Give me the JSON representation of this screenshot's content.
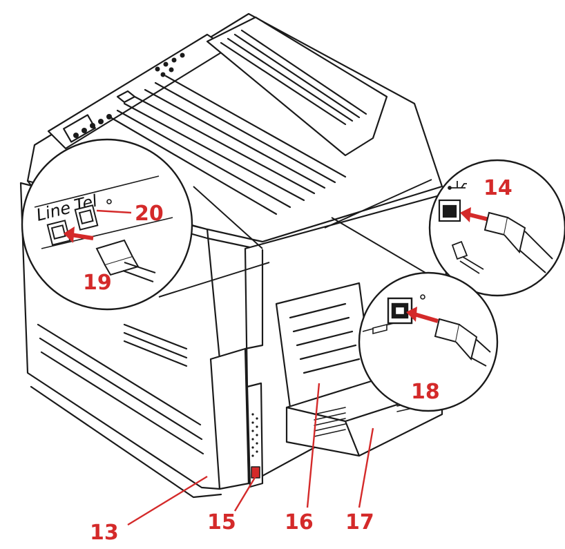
{
  "diagram": {
    "accent_color": "#d42a2a",
    "line_color": "#1a1a1a",
    "port_labels": {
      "line": "Line",
      "tel": "Tel"
    },
    "callouts": [
      {
        "id": "13",
        "label": "13"
      },
      {
        "id": "14",
        "label": "14"
      },
      {
        "id": "15",
        "label": "15"
      },
      {
        "id": "16",
        "label": "16"
      },
      {
        "id": "17",
        "label": "17"
      },
      {
        "id": "18",
        "label": "18"
      },
      {
        "id": "19",
        "label": "19"
      },
      {
        "id": "20",
        "label": "20"
      }
    ],
    "icons": [
      "usb-icon",
      "usb-b-port-icon",
      "rj11-plug-icon",
      "ethernet-plug-icon",
      "usb-plug-icon"
    ]
  }
}
